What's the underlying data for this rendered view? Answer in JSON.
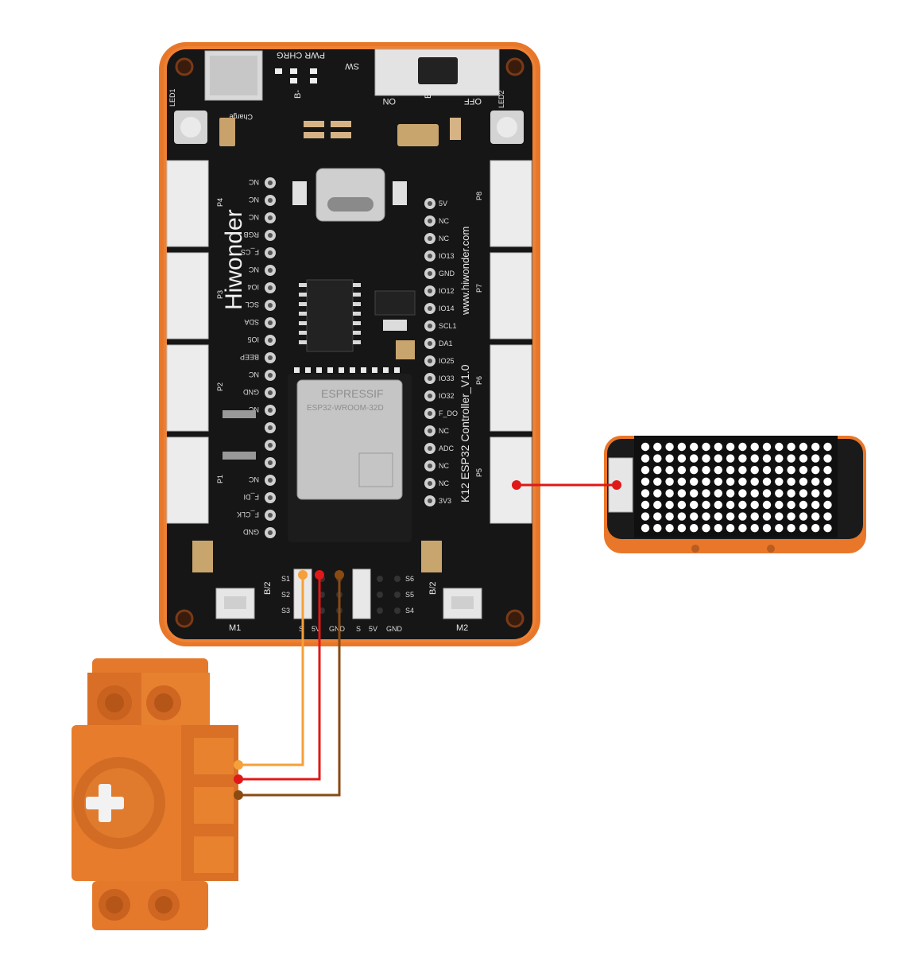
{
  "board": {
    "brand": "Hiwonder",
    "model": "K12 ESP32 Controller_V1.0",
    "website": "www.hiwonder.com",
    "module_brand": "ESPRESSIF",
    "module_model": "ESP32-WROOM-32D",
    "labels": {
      "pwr_chrg": "PWR CHRG",
      "sw": "SW",
      "on": "ON",
      "off": "OFF",
      "b_plus": "B+",
      "b_minus": "B-",
      "charge": "Charge",
      "led1": "LED1",
      "led2": "LED2",
      "m1": "M1",
      "m2": "M2",
      "b2_left": "B/2",
      "b2_right": "B/2"
    },
    "ports_left": [
      "P4",
      "P3",
      "P2",
      "P1"
    ],
    "ports_right": [
      "P8",
      "P7",
      "P6",
      "P5"
    ],
    "left_pins": [
      "NC",
      "NC",
      "NC",
      "RGB",
      "F_CS",
      "NC",
      "IO4",
      "SCL",
      "SDA",
      "IO5",
      "BEEP",
      "NC",
      "GND",
      "NC",
      "",
      "",
      "",
      "NC",
      "F_DI",
      "F_CLK",
      "GND"
    ],
    "right_pins": [
      "5V",
      "NC",
      "NC",
      "IO13",
      "GND",
      "IO12",
      "IO14",
      "SCL1",
      "DA1",
      "IO25",
      "IO33",
      "IO32",
      "F_DO",
      "NC",
      "ADC",
      "NC",
      "NC",
      "3V3"
    ],
    "servo_rows_left": [
      "S1",
      "S2",
      "S3"
    ],
    "servo_rows_right": [
      "S6",
      "S5",
      "S4"
    ],
    "servo_cols_left": [
      "S",
      "5V",
      "GND"
    ],
    "servo_cols_right": [
      "S",
      "5V",
      "GND"
    ]
  },
  "colors": {
    "board_frame": "#e8772a",
    "pcb": "#161616",
    "wire_signal": "#f5a03a",
    "wire_power": "#e01818",
    "wire_ground": "#8a4a12",
    "wire_data": "#e01818",
    "servo_body": "#e07a2e",
    "matrix_led": "#ffffff"
  }
}
